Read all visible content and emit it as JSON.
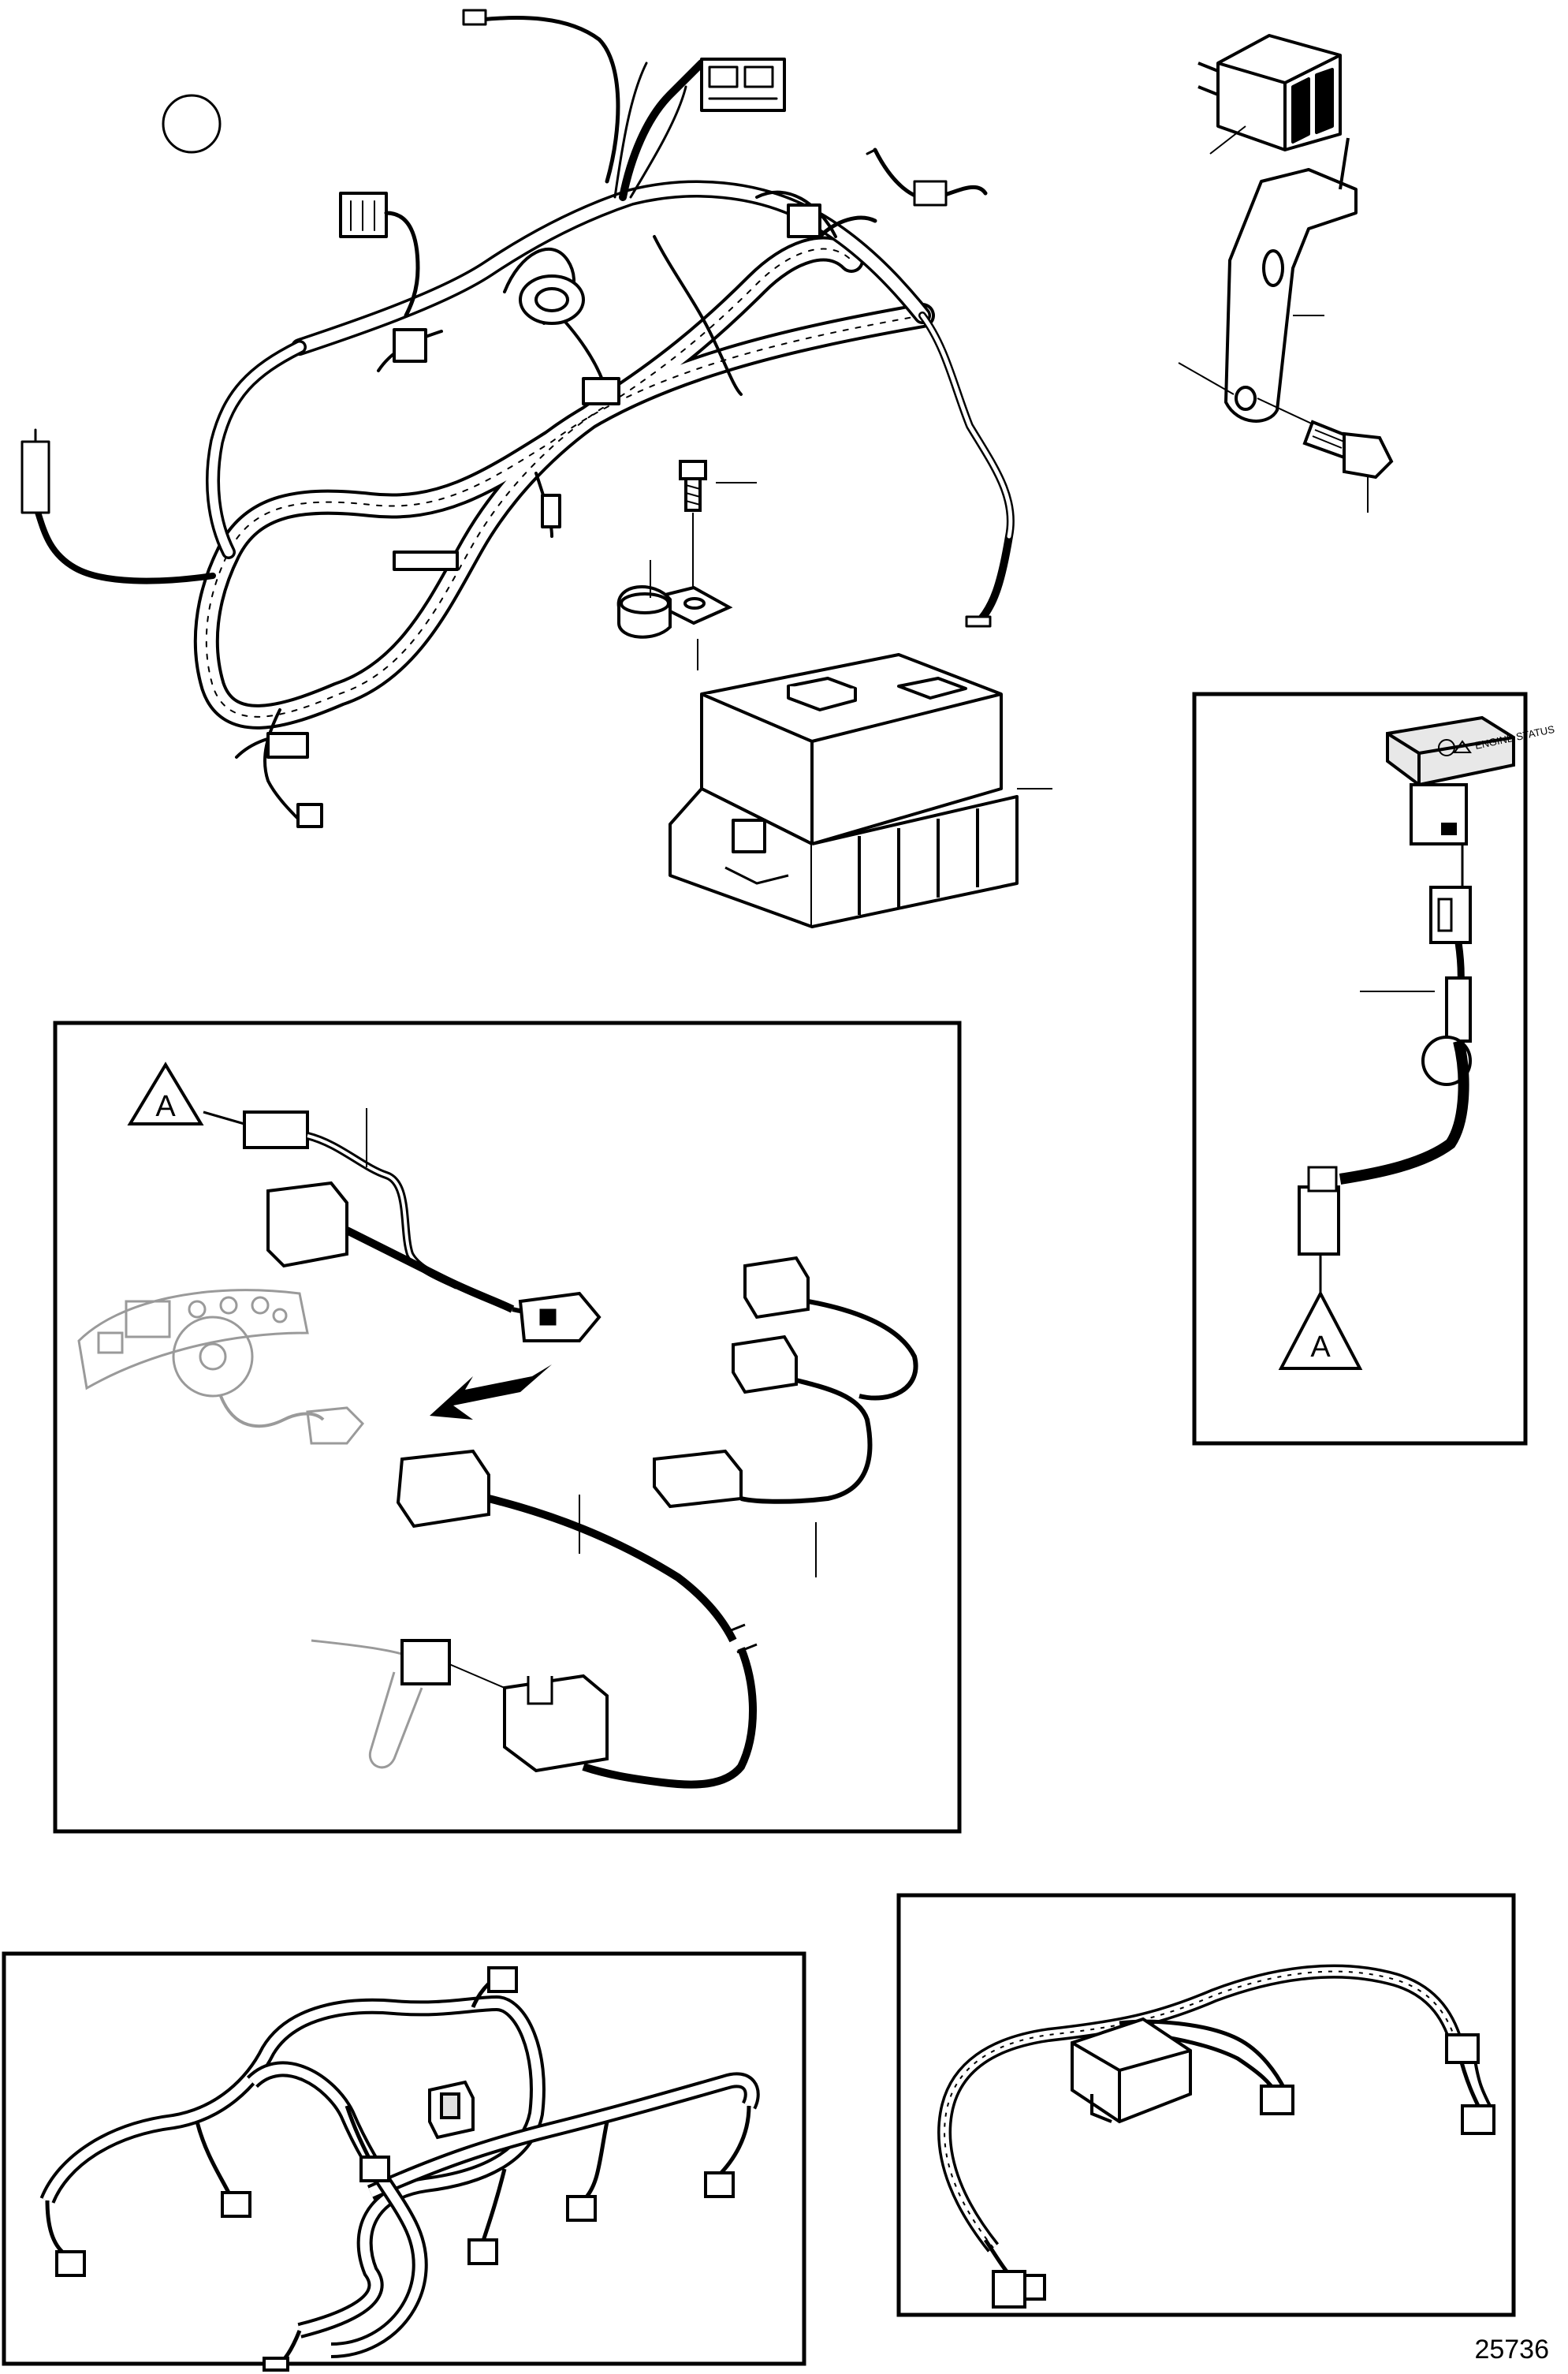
{
  "diagram": {
    "reference_number": "25736",
    "callout_letter": "A",
    "switch_label": "ENGINE STATUS",
    "colors": {
      "line": "#000000",
      "fill": "#ffffff",
      "faint": "#9a9a9a",
      "shade": "#d9d9d9"
    }
  }
}
